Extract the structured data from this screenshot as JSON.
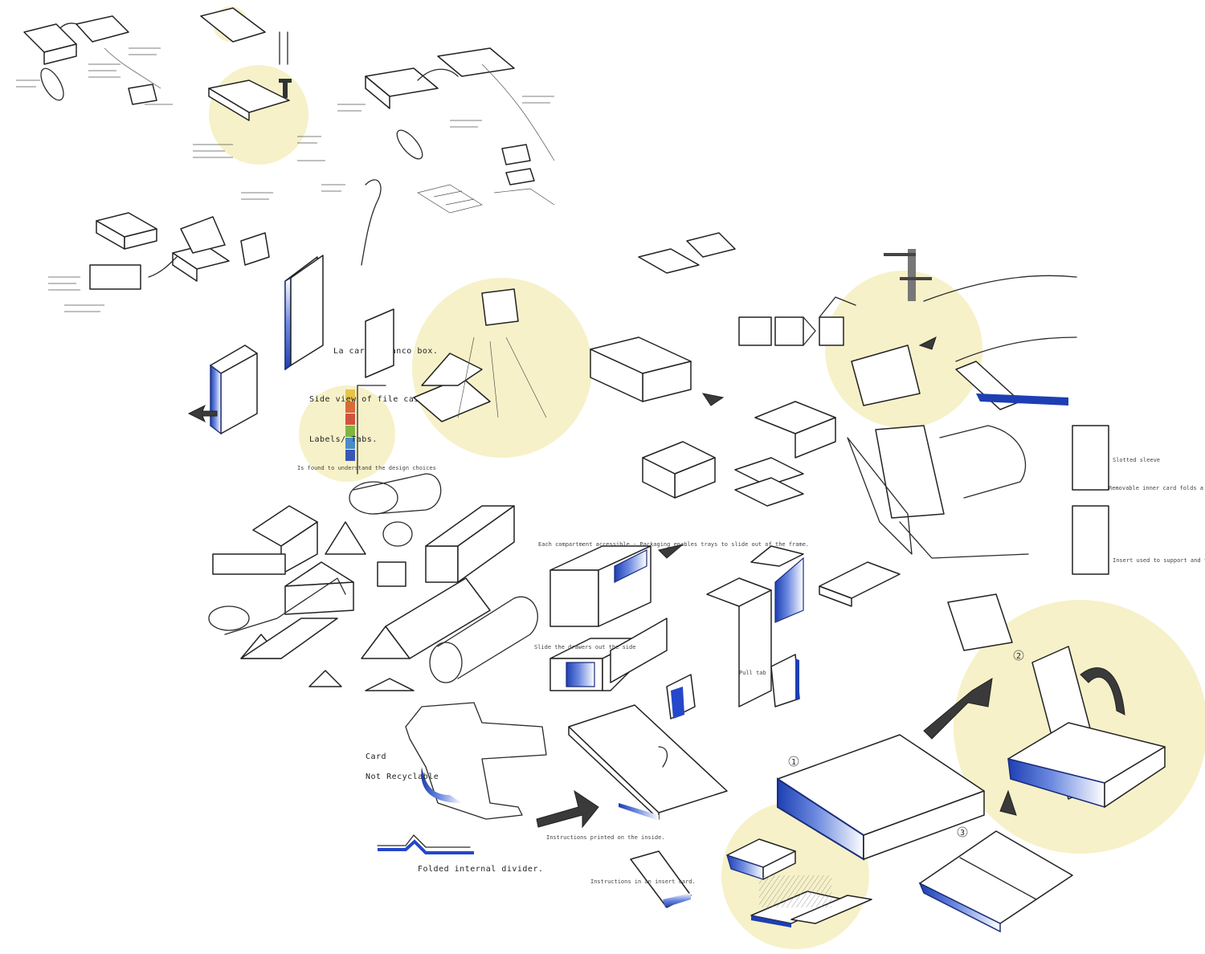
{
  "sheet": {
    "highlight_color": "#f6f1c8",
    "ink_color": "#222222",
    "accent_color": "#2547c9"
  },
  "annotations": {
    "box_label": "La carte blanco box.",
    "tabs_note": "Side view of file case",
    "tabs_label": "Labels/ Tabs.",
    "tabs_note2": "Is found to understand the design choices",
    "card_label": "Card",
    "card_note": "Not Recyclable",
    "divider_label": "Folded internal divider.",
    "instructions_note": "Instructions printed on the inside.",
    "instructions_note2": "Instructions in an insert card.",
    "sleeve_note": "Slotted sleeve",
    "sleeve_note2": "Removable inner card folds a triangle tray",
    "sleeve_note3": "Insert used to support and to maintain the product.",
    "handle_note": "Pull tab",
    "compartment_note": "Each compartment accessible - Packaging enables trays to slide out of the frame.",
    "drawer_note": "Slide the drawers out the side",
    "step1": "1",
    "step2": "2",
    "step3": "3"
  }
}
